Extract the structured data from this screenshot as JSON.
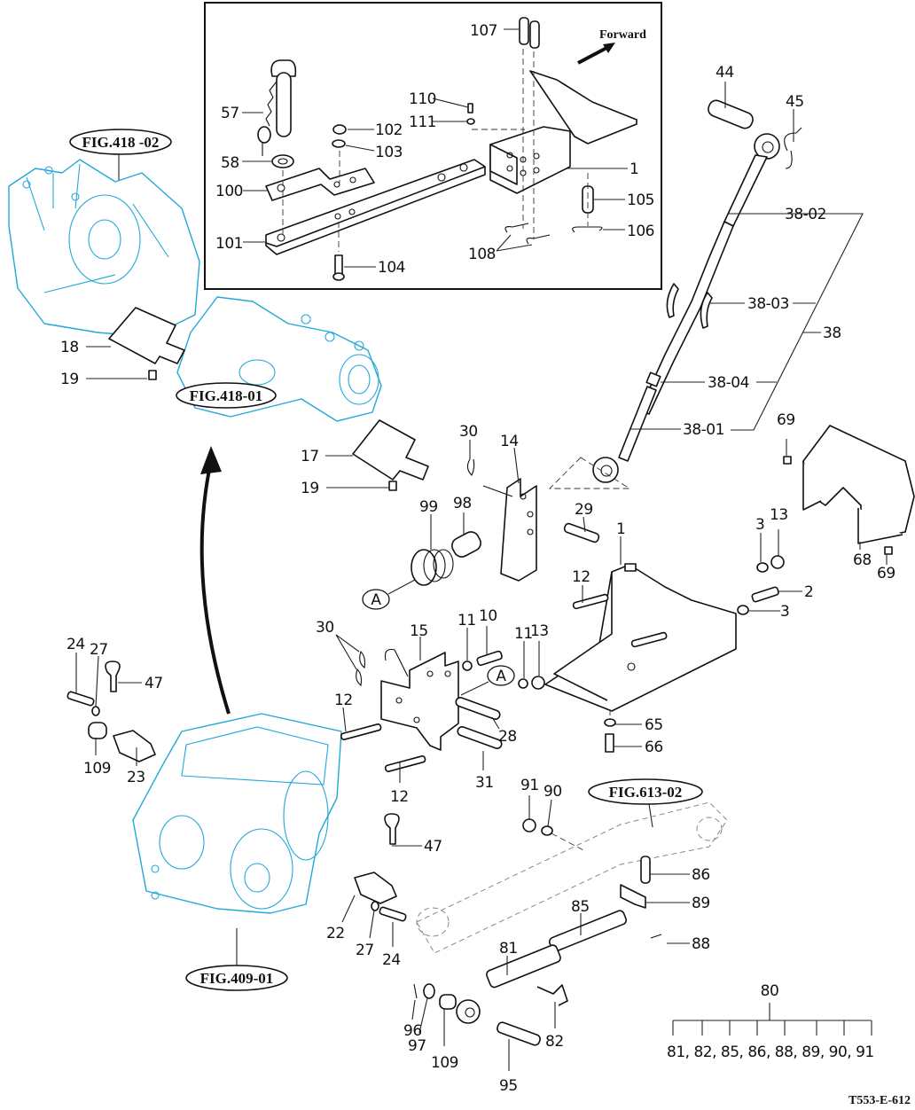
{
  "diagram": {
    "type": "exploded-parts-diagram",
    "drawing_code": "T553-E-612",
    "inset": {
      "direction_label": "Forward",
      "callouts": [
        "107",
        "57",
        "110",
        "111",
        "102",
        "103",
        "58",
        "1",
        "100",
        "105",
        "106",
        "101",
        "108",
        "104"
      ]
    },
    "figure_refs": {
      "fig_418_02": "FIG.418 -02",
      "fig_418_01": "FIG.418-01",
      "fig_409_01": "FIG.409-01",
      "fig_613_02": "FIG.613-02"
    },
    "reference_marker": "A",
    "top_link": {
      "assembly": "38",
      "subparts": [
        "38-02",
        "38-03",
        "38-04",
        "38-01"
      ]
    },
    "callouts": {
      "c44": "44",
      "c45": "45",
      "c18": "18",
      "c19a": "19",
      "c17": "17",
      "c19b": "19",
      "c30a": "30",
      "c14": "14",
      "c99": "99",
      "c98": "98",
      "c29": "29",
      "c69a": "69",
      "c3a": "3",
      "c13a": "13",
      "c1": "1",
      "c12a": "12",
      "c2": "2",
      "c3b": "3",
      "c68": "68",
      "c69b": "69",
      "c30b": "30",
      "c15": "15",
      "c11a": "11",
      "c10": "10",
      "c11b": "11",
      "c13b": "13",
      "c24a": "24",
      "c27a": "27",
      "c47a": "47",
      "c12b": "12",
      "c28": "28",
      "c109a": "109",
      "c23": "23",
      "c31": "31",
      "c12c": "12",
      "c65": "65",
      "c66": "66",
      "c91": "91",
      "c90": "90",
      "c47b": "47",
      "c86": "86",
      "c85": "85",
      "c89": "89",
      "c22": "22",
      "c27b": "27",
      "c24b": "24",
      "c88": "88",
      "c81": "81",
      "c96": "96",
      "c97": "97",
      "c109b": "109",
      "c82": "82",
      "c95": "95"
    },
    "kit": {
      "parent": "80",
      "children": [
        "81",
        "82",
        "85",
        "86",
        "88",
        "89",
        "90",
        "91"
      ]
    }
  }
}
